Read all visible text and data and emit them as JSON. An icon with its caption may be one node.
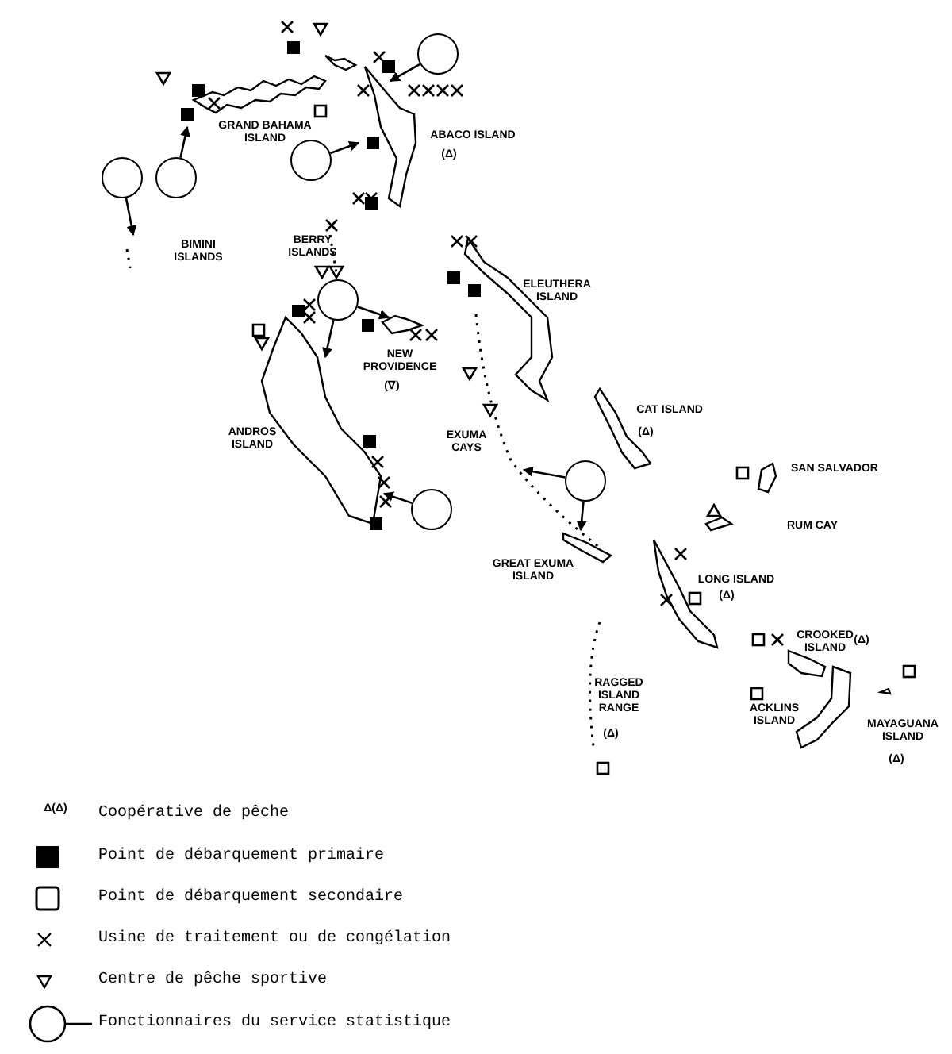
{
  "diagram": {
    "nodes": [
      {
        "text": [],
        "shape": "circle"
      },
      {
        "text": [],
        "shape": "circle"
      },
      {
        "text": [],
        "shape": "circle"
      },
      {
        "text": [],
        "shape": "circle"
      },
      {
        "text": [],
        "shape": "circle"
      },
      {
        "text": [],
        "shape": "circle"
      },
      {
        "text": [],
        "shape": "circle"
      }
    ],
    "edges": [
      {
        "from": 0,
        "to": null,
        "arrow": "to"
      },
      {
        "from": 1,
        "to": null,
        "arrow": "to"
      },
      {
        "from": 2,
        "to": null,
        "arrow": "to"
      },
      {
        "from": 3,
        "to": null,
        "arrow": "to"
      },
      {
        "from": 4,
        "to": null,
        "arrow": "to"
      },
      {
        "from": 4,
        "to": null,
        "arrow": "to"
      },
      {
        "from": 5,
        "to": null,
        "arrow": "to"
      },
      {
        "from": 6,
        "to": null,
        "arrow": "to"
      },
      {
        "from": 6,
        "to": null,
        "arrow": "to"
      }
    ],
    "labels": [
      "GRAND BAHAMA ISLAND",
      "ABACO ISLAND",
      "(Δ)",
      "BIMINI ISLANDS",
      "BERRY ISLANDS",
      "ELEUTHERA ISLAND",
      "NEW PROVIDENCE",
      "(∇)",
      "ANDROS ISLAND",
      "EXUMA CAYS",
      "CAT ISLAND",
      "(Δ)",
      "SAN SALVADOR",
      "RUM CAY",
      "GREAT EXUMA ISLAND",
      "LONG ISLAND",
      "(Δ)",
      "CROOKED ISLAND",
      "(Δ)",
      "RAGGED ISLAND RANGE",
      "(Δ)",
      "ACKLINS ISLAND",
      "MAYAGUANA ISLAND",
      "(Δ)",
      "Δ(Δ)"
    ],
    "legend": [
      {
        "text": "Coopérative de pêche"
      },
      {
        "text": "Point de débarquement primaire"
      },
      {
        "text": "Point de débarquement secondaire"
      },
      {
        "text": "Usine de traitement ou de congélation"
      },
      {
        "text": "Centre de pêche sportive"
      },
      {
        "text": "Fonctionnaires du service statistique"
      }
    ]
  }
}
